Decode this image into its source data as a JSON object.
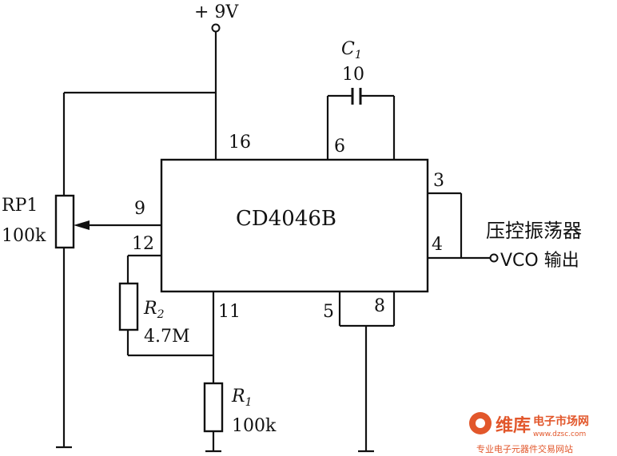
{
  "supply": {
    "label": "+ 9V"
  },
  "ic": {
    "name": "CD4046B"
  },
  "pins": {
    "p16": "16",
    "p6": "6",
    "p9": "9",
    "p12": "12",
    "p11": "11",
    "p5": "5",
    "p8": "8",
    "p3": "3",
    "p4": "4"
  },
  "components": {
    "c1": {
      "ref": "C",
      "sub": "1",
      "value": "10"
    },
    "rp1": {
      "ref": "RP1",
      "value": "100k"
    },
    "r2": {
      "ref": "R",
      "sub": "2",
      "value": "4.7M"
    },
    "r1": {
      "ref": "R",
      "sub": "1",
      "value": "100k"
    }
  },
  "output": {
    "line1": "压控振荡器",
    "line2": "VCO 输出"
  },
  "watermark": {
    "brand": "维库",
    "site_name": "电子市场网",
    "url": "www.dzsc.com",
    "tagline": "专业电子元器件交易网站",
    "accent": "#e2572b"
  },
  "colors": {
    "line": "#111111",
    "background": "#ffffff"
  }
}
